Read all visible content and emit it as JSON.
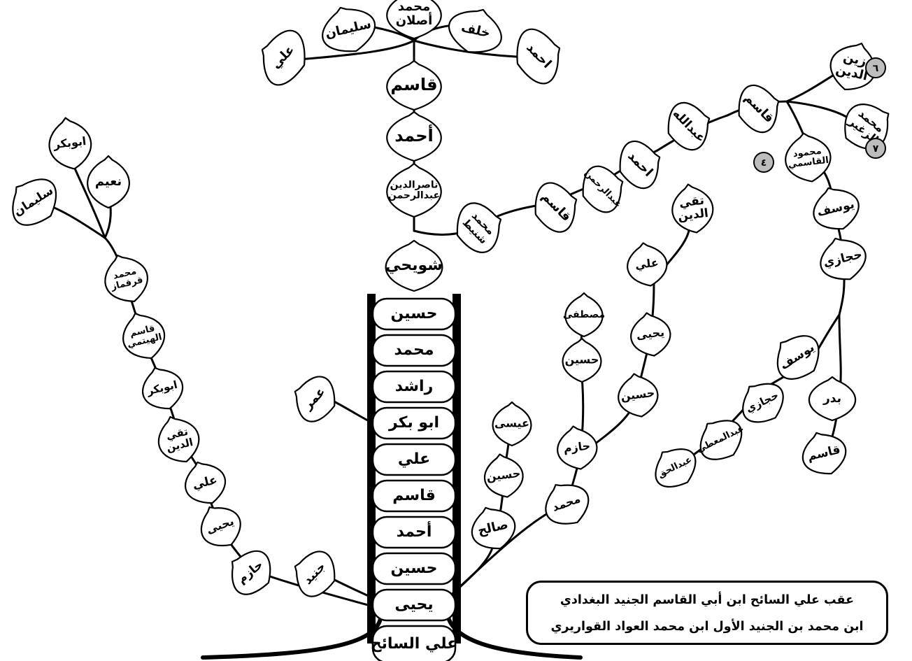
{
  "ladder": [
    "حسين",
    "محمد",
    "راشد",
    "ابو بكر",
    "علي",
    "قاسم",
    "أحمد",
    "حسين",
    "يحيى",
    "علي السائح"
  ],
  "center_column": [
    "شويحي",
    "ناصرالدين عبدالرحمن",
    "أحمد",
    "قاسم"
  ],
  "crown": [
    "محمد أصلان",
    "سليمان",
    "خلف",
    "علي",
    "احمد"
  ],
  "upper_right_branch": [
    "محمد شنيط",
    "قاسم",
    "عبدالرحمن",
    "احمد",
    "عبدالله",
    "قاسم"
  ],
  "far_right_tips": [
    "زين الدين",
    "محمد الزغير",
    "محمود القاسمي"
  ],
  "badges": [
    "٦",
    "٧",
    "٤"
  ],
  "far_right_descent": [
    "يوسف",
    "حجازي",
    "يوسف",
    "بدر",
    "حجازي",
    "عبدالمعطي",
    "عبدالحق",
    "قاسم"
  ],
  "right_middle": [
    "محمد",
    "حازم",
    "حسين",
    "مصطفى",
    "حسين",
    "يحيى",
    "علي",
    "تقي الدين"
  ],
  "right_near": [
    "صالح",
    "حسين",
    "عيسى"
  ],
  "left_near": [
    "جنيد",
    "عمر"
  ],
  "left_branch": [
    "حازم",
    "يحيى",
    "علي",
    "تقي الدين",
    "ابوبكر",
    "قاسم الهيتمي",
    "محمد قرقماز",
    "سليمان",
    "نعيم",
    "ابوبكر"
  ],
  "caption": {
    "line1": "عقب علي السائح ابن أبي القاسم الجنيد البغدادي",
    "line2": "ابن محمد بن الجنيد الأول ابن محمد العواد القواريري"
  }
}
